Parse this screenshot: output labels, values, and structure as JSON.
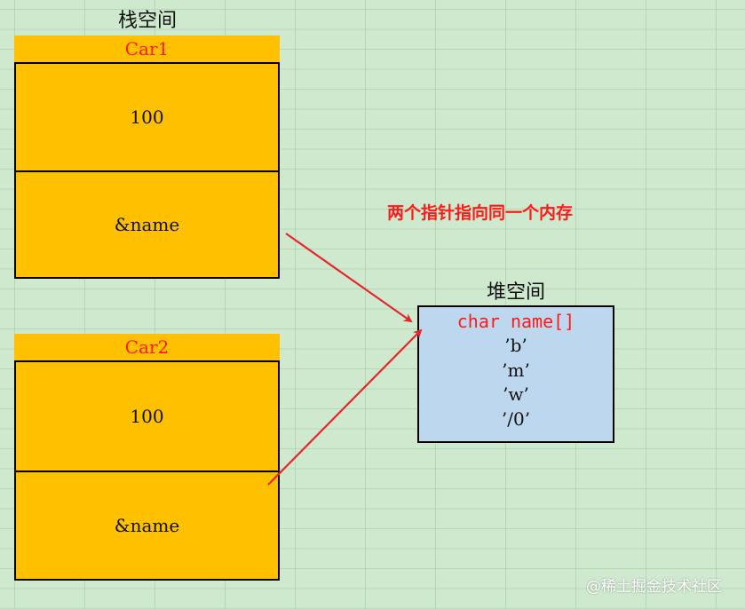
{
  "stack": {
    "title": "栈空间",
    "objects": [
      {
        "name": "Car1",
        "value": "100",
        "pointer": "&name"
      },
      {
        "name": "Car2",
        "value": "100",
        "pointer": "&name"
      }
    ]
  },
  "heap": {
    "title": "堆空间",
    "header": "char name[]",
    "items": [
      "’b’",
      "’m’",
      "’w’",
      "’/0’"
    ]
  },
  "annotation": "两个指针指向同一个内存",
  "watermark": "@稀土掘金技术社区",
  "colors": {
    "background": "#cfe9cf",
    "stack_cell": "#ffc000",
    "heap_box": "#bdd7ee",
    "accent_red": "#ff1a1a"
  }
}
